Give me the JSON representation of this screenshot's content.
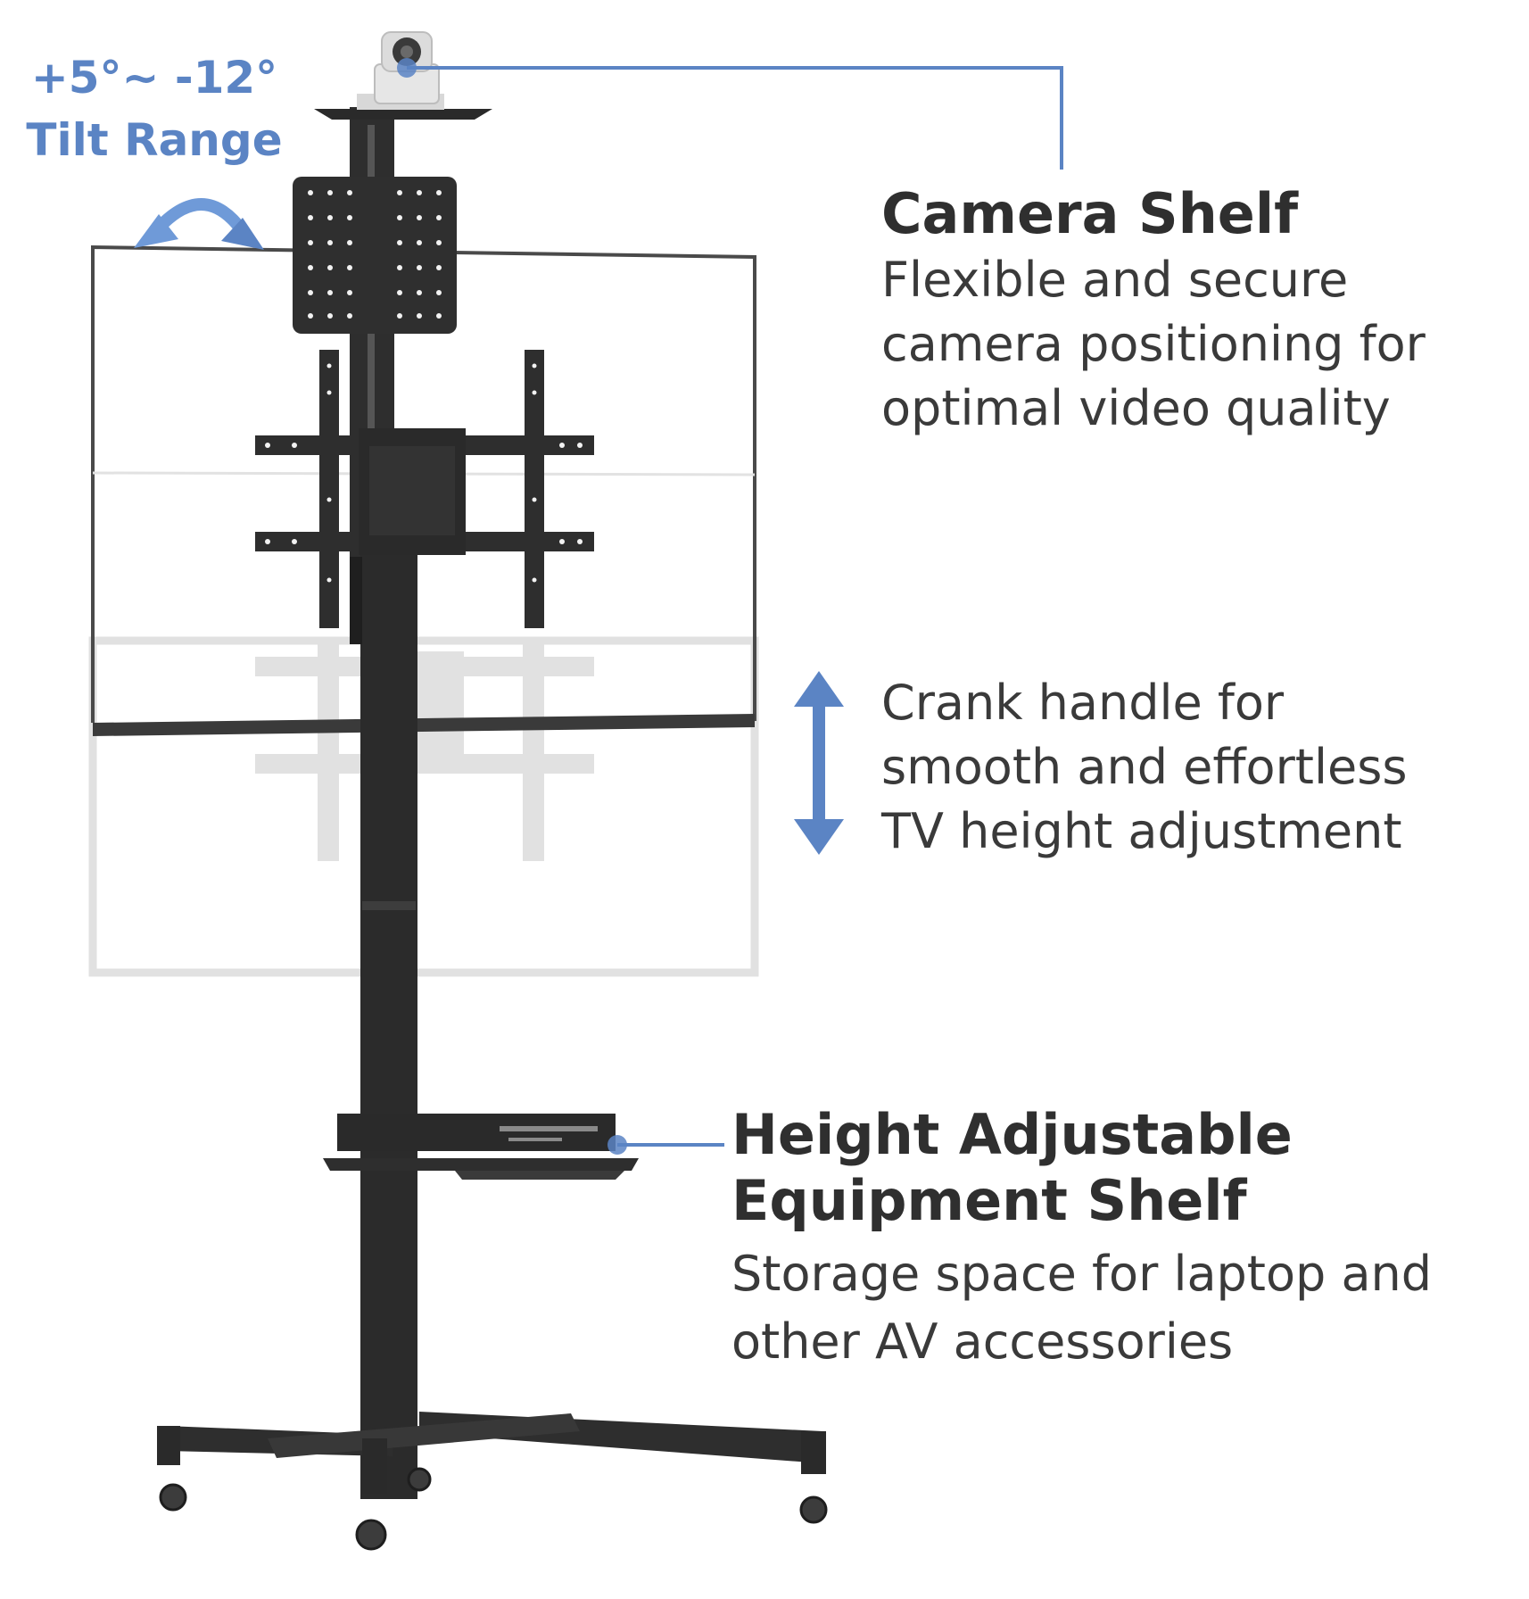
{
  "tilt": {
    "angle_label": "+5°~ -12°",
    "caption": "Tilt Range"
  },
  "features": {
    "camera_shelf": {
      "title": "Camera Shelf",
      "desc": [
        "Flexible and secure",
        "camera positioning for",
        "optimal video quality"
      ]
    },
    "crank": {
      "desc": [
        "Crank handle for",
        "smooth and effortless",
        "TV height adjustment"
      ]
    },
    "equipment_shelf": {
      "title": [
        "Height Adjustable",
        "Equipment Shelf"
      ],
      "desc": [
        "Storage space for laptop and",
        "other AV accessories"
      ]
    }
  },
  "colors": {
    "accent": "#5b84c4",
    "metal": "#2e2e2e",
    "ghost": "#c8c8c8",
    "text": "#333333"
  },
  "icons": [
    "camera-icon",
    "tilt-arrow-icon",
    "height-arrow-icon"
  ]
}
